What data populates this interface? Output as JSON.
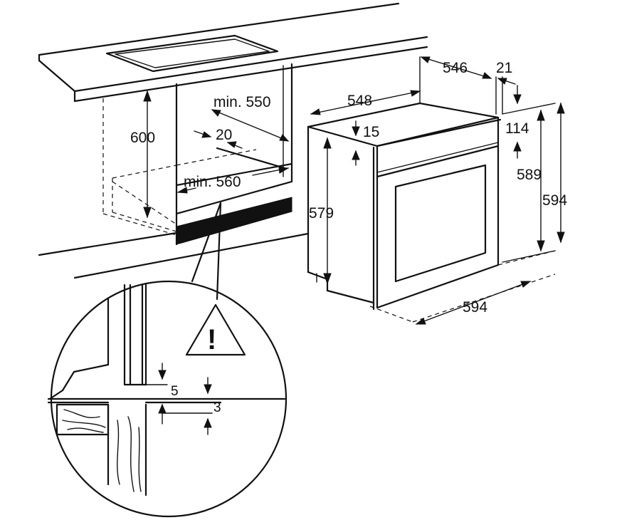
{
  "dimensions": {
    "hob_cabinet": {
      "height_600": "600",
      "depth_min550": "min. 550",
      "gap_20": "20",
      "width_min560": "min. 560"
    },
    "oven": {
      "depth_548": "548",
      "depth_546": "546",
      "offset_21": "21",
      "offset_15": "15",
      "height_114": "114",
      "height_579": "579",
      "height_589": "589",
      "height_594": "594",
      "width_594": "594"
    },
    "detail": {
      "gap_5": "5",
      "gap_3": "3"
    }
  },
  "warning_symbol": "!",
  "icons": {
    "warning": "warning-triangle-icon"
  },
  "colors": {
    "line": "#111111",
    "background": "#ffffff"
  }
}
